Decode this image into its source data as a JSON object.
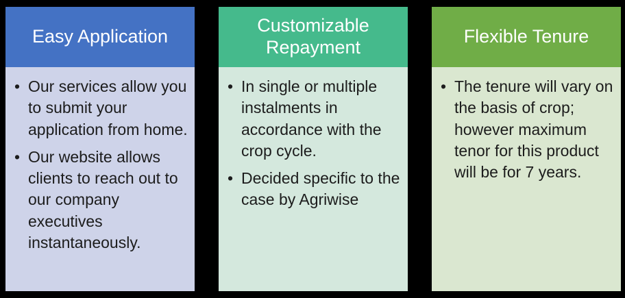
{
  "page": {
    "background_color": "#000000",
    "header_text_color": "#FFFFFF",
    "body_text_color": "#1C1C1C"
  },
  "columns": [
    {
      "header": "Easy Application",
      "header_color": "#4472C4",
      "body_color": "#CED3E9",
      "bullets": [
        "Our services allow you to submit your application from home.",
        "Our website allows clients to reach out to our company executives instantaneously."
      ]
    },
    {
      "header": "Customizable Repayment",
      "header_color": "#45BA8C",
      "body_color": "#D4E8DD",
      "bullets": [
        "In single or multiple instalments in accordance with the crop cycle.",
        "Decided specific to the case by Agriwise"
      ]
    },
    {
      "header": "Flexible Tenure",
      "header_color": "#70AD47",
      "body_color": "#DAE7D0",
      "bullets": [
        "The tenure will vary on the basis of crop; however maximum tenor for this product will be for 7 years."
      ]
    }
  ]
}
